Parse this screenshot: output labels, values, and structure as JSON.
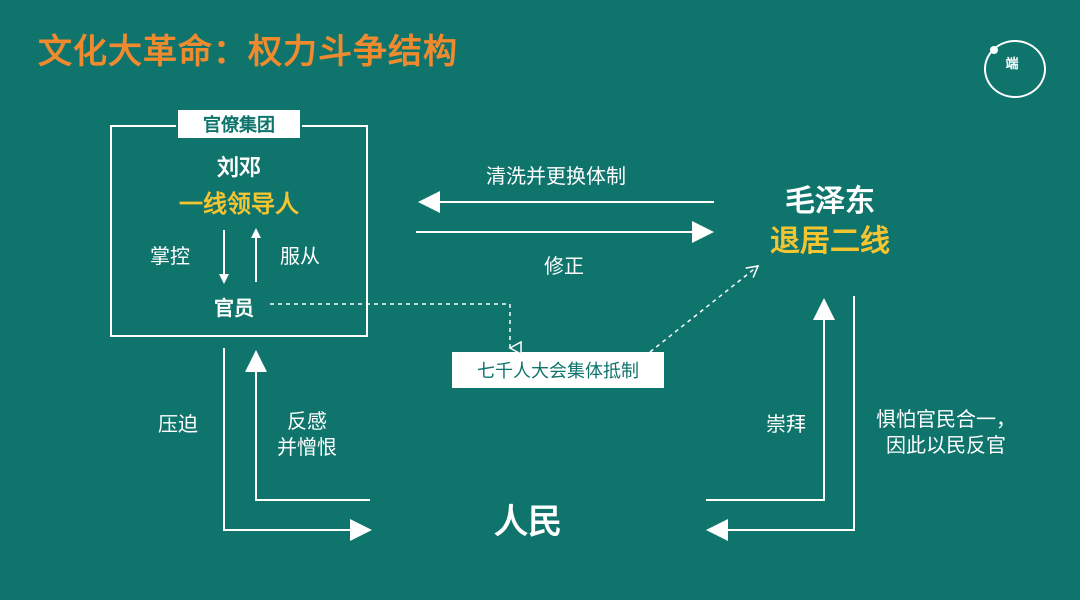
{
  "title": "文化大革命：权力斗争结构",
  "logo": {
    "text": "端",
    "brand_color": "#ffffff"
  },
  "colors": {
    "background": "#0e746c",
    "title": "#f08a2e",
    "highlight": "#f4c531",
    "text": "#ffffff"
  },
  "bureaucracy": {
    "tag": "官僚集团",
    "leaders": "刘邓",
    "leaders_role": "一线领导人",
    "control": "掌控",
    "obey": "服从",
    "officials": "官员"
  },
  "mao": {
    "name": "毛泽东",
    "role": "退居二线"
  },
  "arrows": {
    "mao_to_leaders": "清洗并更换体制",
    "leaders_to_mao": "修正",
    "officials_to_people": "压迫",
    "people_to_officials": "反感\n并憎恨",
    "people_to_mao": "崇拜",
    "mao_to_people": "惧怕官民合一，\n因此以民反官"
  },
  "conference": "七千人大会集体抵制",
  "people": "人民"
}
